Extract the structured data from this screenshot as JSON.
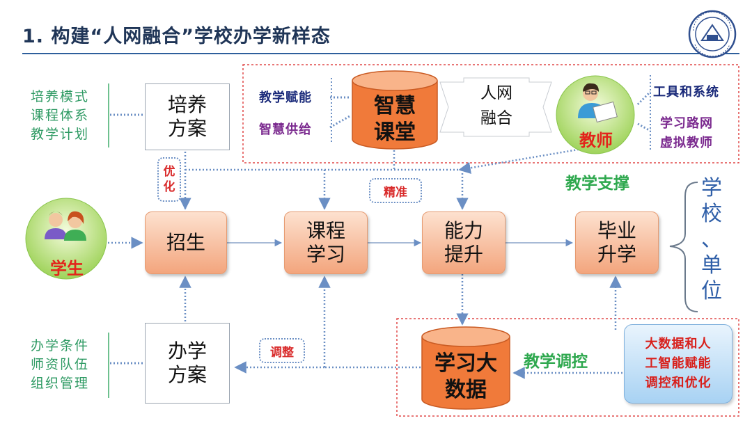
{
  "title": "1. 构建“人网融合”学校办学新样态",
  "left_top_list": [
    "培养模式",
    "课程体系",
    "教学计划"
  ],
  "left_bottom_list": [
    "办学条件",
    "师资队伍",
    "组织管理"
  ],
  "plan_top": [
    "培养",
    "方案"
  ],
  "plan_bottom": [
    "办学",
    "方案"
  ],
  "optimize_label": [
    "优",
    "化"
  ],
  "adjust_label": "调整",
  "precise_label": "精准",
  "student_label": "学生",
  "teacher_label": "教师",
  "flow": {
    "enroll": "招生",
    "course": [
      "课程",
      "学习"
    ],
    "ability": [
      "能力",
      "提升"
    ],
    "graduate": [
      "毕业",
      "升学"
    ]
  },
  "smart_classroom": [
    "智慧",
    "课堂"
  ],
  "big_data": [
    "学习大",
    "数据"
  ],
  "human_net": [
    "人网",
    "融合"
  ],
  "classroom_inputs": [
    "教学赋能",
    "智慧供给"
  ],
  "teacher_tools": [
    "工具和系统"
  ],
  "teacher_virtual": [
    "学习路网",
    "虚拟教师"
  ],
  "teaching_support": "教学支撑",
  "teaching_control": "教学调控",
  "ai_box": [
    "大数据和人",
    "工智能赋能",
    "调控和优化"
  ],
  "destination": [
    "学",
    "校",
    "、",
    "单",
    "位"
  ],
  "colors": {
    "title": "#1f3557",
    "green_text": "#2e9a63",
    "red_text": "#e3241b",
    "flow_box": "#f3a57d",
    "cylinder": "#f07a3a",
    "dotted_blue": "#6b8fc4",
    "region_border": "#e04848"
  }
}
